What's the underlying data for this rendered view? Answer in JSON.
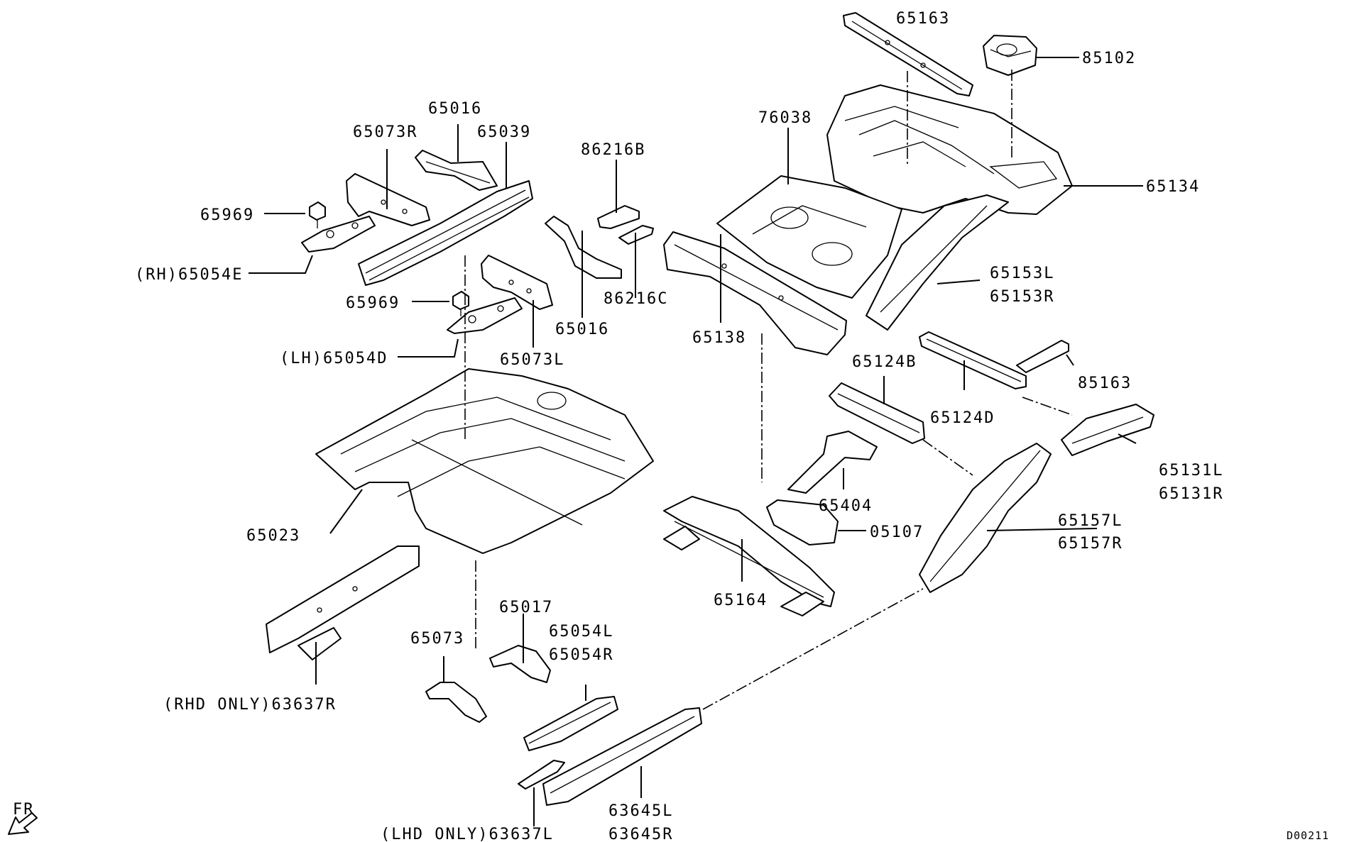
{
  "labels": {
    "p65163": "65163",
    "p85102": "85102",
    "p76038": "76038",
    "p65134": "65134",
    "p65016_top": "65016",
    "p65073R": "65073R",
    "p65039": "65039",
    "p86216B": "86216B",
    "p65969_top": "65969",
    "p65054E": "(RH)65054E",
    "p86216C": "86216C",
    "p65969_mid": "65969",
    "p65016_mid": "65016",
    "p65153L": "65153L",
    "p65153R": "65153R",
    "p65138": "65138",
    "p65054D": "(LH)65054D",
    "p65073L": "65073L",
    "p65124B": "65124B",
    "p85163": "85163",
    "p65124D": "65124D",
    "p65131L": "65131L",
    "p65131R": "65131R",
    "p65404": "65404",
    "p65157L": "65157L",
    "p65157R": "65157R",
    "p05107": "05107",
    "p65023": "65023",
    "p65164": "65164",
    "p65017": "65017",
    "p65054L": "65054L",
    "p65054R": "65054R",
    "p65073": "65073",
    "p63637R": "(RHD ONLY)63637R",
    "p63645L": "63645L",
    "p63645R": "63645R",
    "p63637L": "(LHD ONLY)63637L",
    "fr": "FR",
    "code": "D00211"
  },
  "icons": {
    "front_arrow": "arrow-down-left-icon"
  }
}
